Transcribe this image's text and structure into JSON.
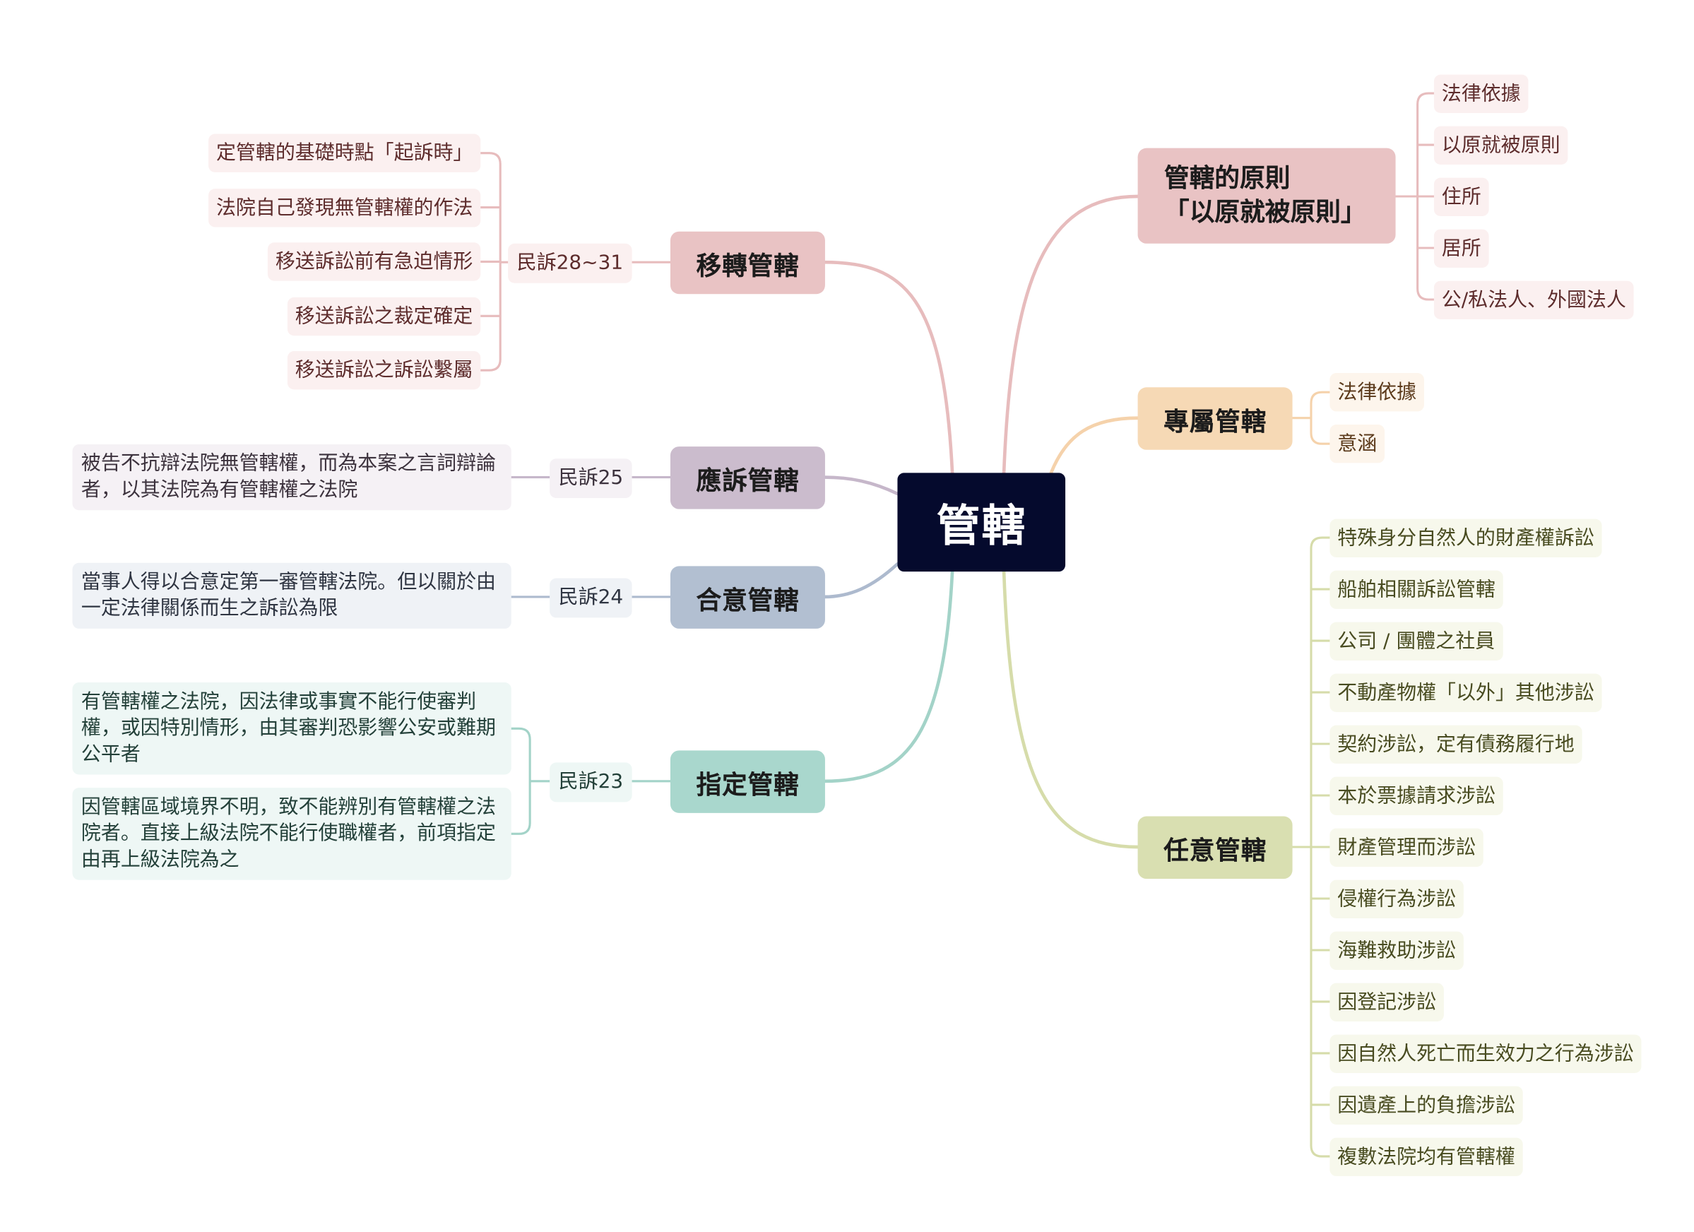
{
  "map": {
    "central": "管轄",
    "right": {
      "principle": {
        "label": [
          "管轄的原則",
          "「以原就被原則」"
        ],
        "children": [
          "法律依據",
          "以原就被原則",
          "住所",
          "居所",
          "公/私法人、外國法人"
        ]
      },
      "exclusive": {
        "label": "專屬管轄",
        "children": [
          "法律依據",
          "意涵"
        ]
      },
      "optional": {
        "label": "任意管轄",
        "children": [
          "特殊身分自然人的財產權訴訟",
          "船舶相關訴訟管轄",
          "公司 / 團體之社員",
          "不動產物權「以外」其他涉訟",
          "契約涉訟，定有債務履行地",
          "本於票據請求涉訟",
          "財產管理而涉訟",
          "侵權行為涉訟",
          "海難救助涉訟",
          "因登記涉訟",
          "因自然人死亡而生效力之行為涉訟",
          "因遺產上的負擔涉訟",
          "複數法院均有管轄權"
        ]
      }
    },
    "left": {
      "transfer": {
        "label": "移轉管轄",
        "ref": "民訴28~31",
        "children": [
          "定管轄的基礎時點「起訴時」",
          "法院自己發現無管轄權的作法",
          "移送訴訟前有急迫情形",
          "移送訴訟之裁定確定",
          "移送訴訟之訴訟繫屬"
        ]
      },
      "appearance": {
        "label": "應訴管轄",
        "ref": "民訴25",
        "children": [
          "被告不抗辯法院無管轄權，而為本案之言詞辯論者，以其法院為有管轄權之法院"
        ]
      },
      "agreement": {
        "label": "合意管轄",
        "ref": "民訴24",
        "children": [
          "當事人得以合意定第一審管轄法院。但以關於由一定法律關係而生之訴訟為限"
        ]
      },
      "designated": {
        "label": "指定管轄",
        "ref": "民訴23",
        "children": [
          "有管轄權之法院，因法律或事實不能行使審判權，或因特別情形，由其審判恐影響公安或難期公平者",
          "因管轄區域境界不明，致不能辨別有管轄權之法院者。直接上級法院不能行使職權者，前項指定由再上級法院為之"
        ]
      }
    }
  },
  "colors": {
    "central": {
      "bg": "#050a2d",
      "text": "#ffffff"
    },
    "principle": {
      "node": "#e9c3c4",
      "leaf": "#fbf0f0",
      "line": "#e7bcbd",
      "text": "#5d2c2c"
    },
    "exclusive": {
      "node": "#f6d9b5",
      "leaf": "#fdf5ec",
      "line": "#f5d2ab",
      "text": "#5b3a1b"
    },
    "optional": {
      "node": "#d9dfb1",
      "leaf": "#f7f8ec",
      "line": "#d6dcaa",
      "text": "#484b20"
    },
    "transfer": {
      "node": "#e9c3c4",
      "leaf": "#fbf0f0",
      "line": "#e7bcbd",
      "text": "#5d2c2c"
    },
    "appearance": {
      "node": "#cbbccd",
      "leaf": "#f5f1f5",
      "line": "#c6b7ca",
      "text": "#3c323d"
    },
    "agreement": {
      "node": "#b2bfd1",
      "leaf": "#eff2f6",
      "line": "#adbace",
      "text": "#2f3542"
    },
    "designated": {
      "node": "#a9d7cd",
      "leaf": "#eef7f5",
      "line": "#a3d3c8",
      "text": "#234039"
    }
  }
}
